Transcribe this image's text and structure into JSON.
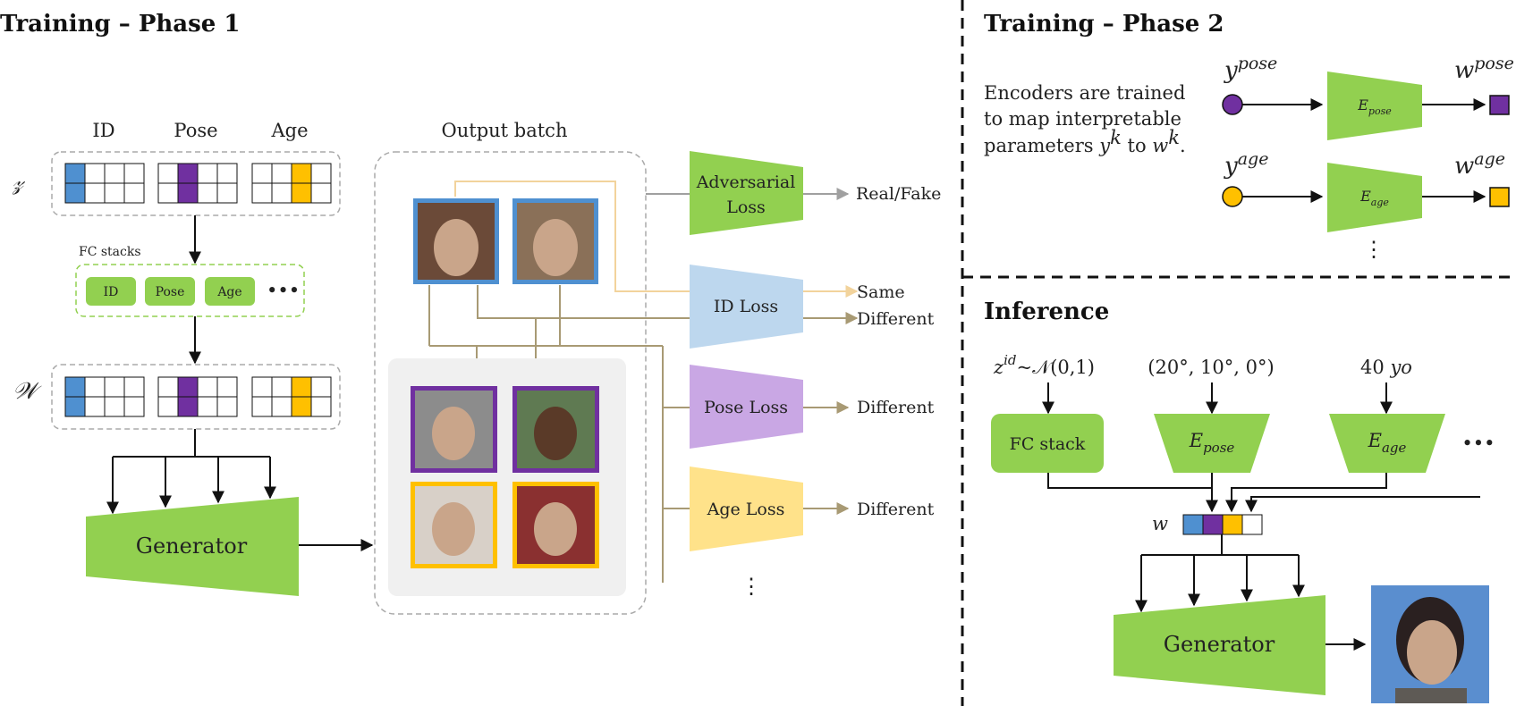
{
  "colors": {
    "id_blue": "#4f90d0",
    "pose_purple": "#7030a0",
    "age_gold": "#ffc000",
    "green": "#92d050",
    "id_loss_blue": "#bdd7ee",
    "pose_loss_purple": "#c9a7e4",
    "age_loss_yellow": "#ffe28a",
    "olive_line": "#a89a74",
    "tan_line": "#f2d39c",
    "grey_line": "#a0a0a0"
  },
  "phase1": {
    "title": "Training – Phase 1",
    "col_id": "ID",
    "col_pose": "Pose",
    "col_age": "Age",
    "z_symbol": "𝓏",
    "w_symbol": "𝒲",
    "fc_stacks_label": "FC stacks",
    "fc_id": "ID",
    "fc_pose": "Pose",
    "fc_age": "Age",
    "fc_more": "•••",
    "generator": "Generator",
    "output_batch": "Output batch",
    "losses": {
      "adversarial_1": "Adversarial",
      "adversarial_2": "Loss",
      "id": "ID Loss",
      "pose": "Pose Loss",
      "age": "Age Loss"
    },
    "outputs": {
      "real_fake": "Real/Fake",
      "same": "Same",
      "different_id": "Different",
      "different_pose": "Different",
      "different_age": "Different"
    },
    "more_losses": "⋮"
  },
  "phase2": {
    "title": "Training – Phase 2",
    "desc_line1": "Encoders are trained",
    "desc_line2": "to map interpretable",
    "desc_line3_a": "parameters ",
    "desc_line3_y": "y",
    "desc_line3_k1": "k",
    "desc_line3_b": " to ",
    "desc_line3_w": "w",
    "desc_line3_k2": "k",
    "desc_line3_c": ".",
    "y_pose_base": "y",
    "y_pose_sup": "pose",
    "w_pose_base": "w",
    "w_pose_sup": "pose",
    "e_pose_base": "E",
    "e_pose_sub": "pose",
    "y_age_base": "y",
    "y_age_sup": "age",
    "w_age_base": "w",
    "w_age_sup": "age",
    "e_age_base": "E",
    "e_age_sub": "age",
    "more": "⋮"
  },
  "inference": {
    "title": "Inference",
    "z_base": "z",
    "z_sup": "id",
    "z_dist": "~𝒩(0,1)",
    "pose_values": "(20°, 10°, 0°)",
    "age_value_num": "40 ",
    "age_value_unit": "yo",
    "fc_stack": "FC stack",
    "e_pose_base": "E",
    "e_pose_sub": "pose",
    "e_age_base": "E",
    "e_age_sub": "age",
    "more": "•••",
    "w_symbol": "w",
    "generator": "Generator"
  }
}
